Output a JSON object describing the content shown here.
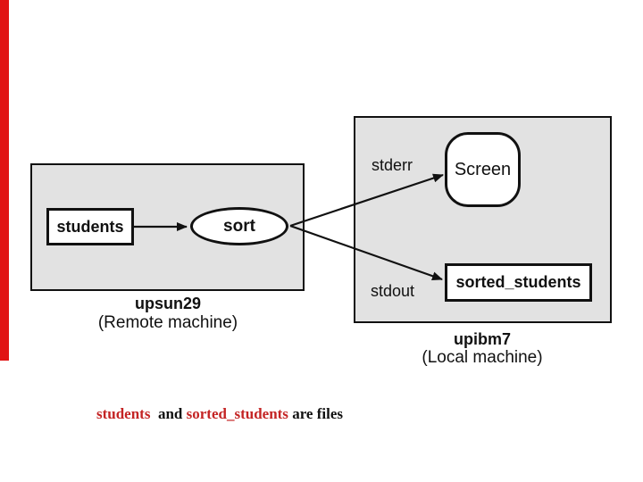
{
  "colors": {
    "box_fill": "#e2e2e2",
    "stroke": "#111111",
    "red_edge_line": "#e11414",
    "caption_red": "#c42424"
  },
  "remote_machine": {
    "file": "students",
    "process": "sort",
    "hostname": "upsun29",
    "description": "(Remote machine)"
  },
  "local_machine": {
    "stderr": "stderr",
    "stdout": "stdout",
    "screen": "Screen",
    "file": "sorted_students",
    "hostname": "upibm7",
    "description": "(Local machine)"
  },
  "caption": {
    "students": "students",
    "and": "  and ",
    "sorted_students": "sorted_students",
    "are_files": " are files"
  }
}
